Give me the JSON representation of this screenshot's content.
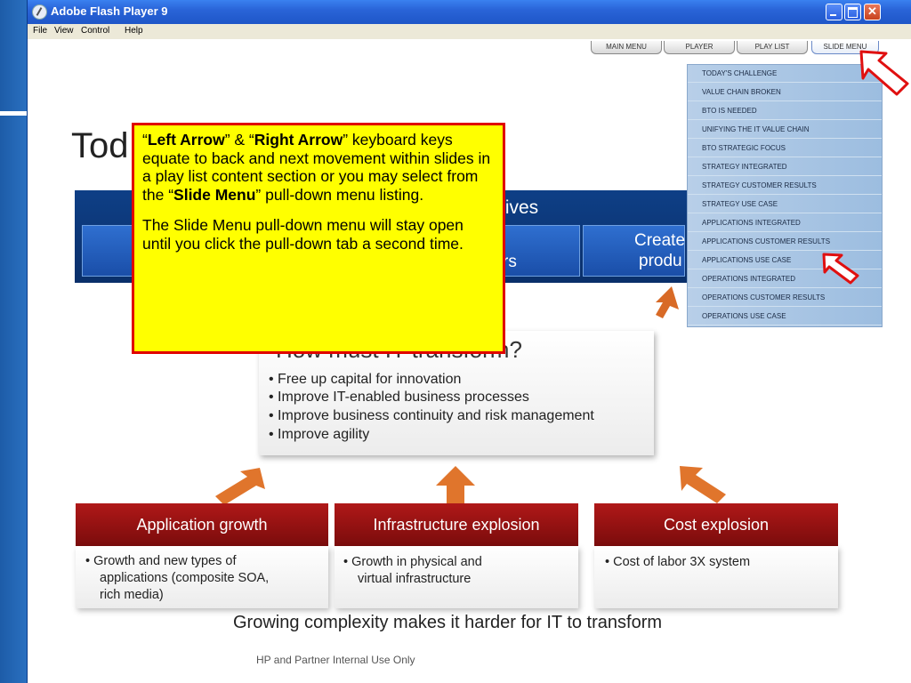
{
  "window": {
    "title": "Adobe Flash Player 9"
  },
  "menu": [
    "File",
    "View",
    "Control",
    "Help"
  ],
  "nav_tabs": [
    "MAIN MENU",
    "PLAYER",
    "PLAY LIST",
    "SLIDE MENU"
  ],
  "slide_menu_items": [
    "TODAY'S CHALLENGE",
    "VALUE CHAIN BROKEN",
    "BTO IS NEEDED",
    "UNIFYING THE IT VALUE CHAIN",
    "BTO STRATEGIC FOCUS",
    "STRATEGY INTEGRATED",
    "STRATEGY CUSTOMER RESULTS",
    "STRATEGY USE CASE",
    "APPLICATIONS INTEGRATED",
    "APPLICATIONS CUSTOMER RESULTS",
    "APPLICATIONS USE CASE",
    "OPERATIONS INTEGRATED",
    "OPERATIONS CUSTOMER RESULTS",
    "OPERATIONS USE CASE"
  ],
  "slide": {
    "title_partial": "Tod",
    "banner_partial": "tives",
    "banner_b1_partial": "rs",
    "banner_c1_partial": "Create",
    "banner_c2_partial": "produ",
    "center_title": "How must IT transform?",
    "center_bullets": [
      "• Free up capital for innovation",
      "• Improve IT-enabled business processes",
      "• Improve business continuity and risk management",
      "• Improve agility"
    ],
    "boxes": [
      {
        "header": "Application growth",
        "lines": [
          "• Growth and new types of",
          "  applications (composite SOA,",
          "  rich media)"
        ]
      },
      {
        "header": "Infrastructure explosion",
        "lines": [
          "• Growth in physical and",
          "  virtual infrastructure"
        ]
      },
      {
        "header": "Cost explosion",
        "lines": [
          "• Cost of labor 3X system"
        ]
      }
    ],
    "caption": "Growing complexity makes it harder for IT to transform",
    "footer": "HP and Partner Internal Use Only"
  },
  "callout": {
    "p1_q1": "“",
    "p1_b1": "Left Arrow",
    "p1_t1": "” & “",
    "p1_b2": "Right Arrow",
    "p1_t2": "” keyboard keys equate to back and next movement within slides in a play list content section or you may select from the “",
    "p1_b3": "Slide Menu",
    "p1_t3": "” pull-down menu listing.",
    "p2": "The Slide Menu pull-down menu will stay open until you click the pull-down tab a second time."
  },
  "colors": {
    "callout_bg": "#ffff00",
    "callout_border": "#e00000",
    "banner": "#0e3f86",
    "red_header": "#9a1010"
  }
}
